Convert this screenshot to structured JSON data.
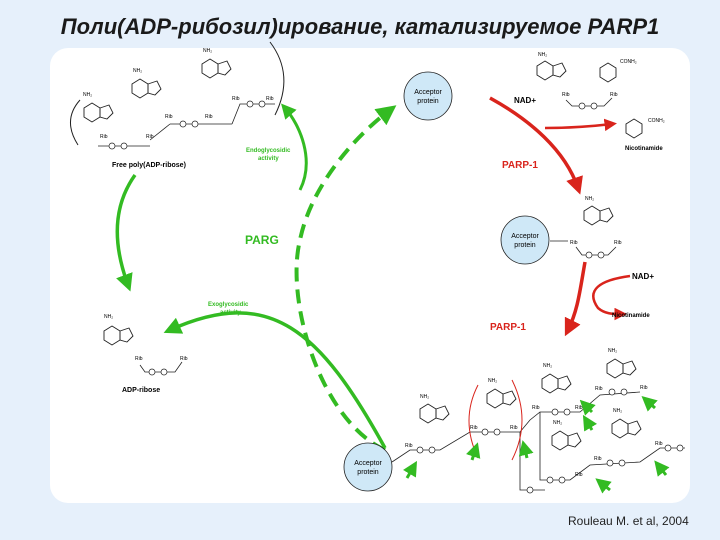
{
  "title": "Поли(ADP-рибозил)ирование, катализируемое PARP1",
  "credit": "Rouleau M. et al, 2004",
  "labels": {
    "free_polyadpr": "Free poly(ADP-ribose)",
    "endo_activity_1": "Endoglycosidic",
    "endo_activity_2": "activity",
    "parg": "PARG",
    "exo_activity_1": "Exoglycosidic",
    "exo_activity_2": "activity",
    "adp_ribose": "ADP-ribose",
    "nad_plus_1": "NAD+",
    "nad_plus_2": "NAD+",
    "nicotinamide_1": "Nicotinamide",
    "nicotinamide_2": "Nicotinamide",
    "parp1_1": "PARP-1",
    "parp1_2": "PARP-1",
    "acceptor_top_1": "Acceptor",
    "acceptor_top_2": "protein",
    "acceptor_mid_1": "Acceptor",
    "acceptor_mid_2": "protein",
    "acceptor_bot_1": "Acceptor",
    "acceptor_bot_2": "protein",
    "nh2": "NH₂",
    "rib": "Rib",
    "p": "P",
    "conh2": "CONH₂"
  },
  "colors": {
    "red": "#d9241c",
    "green": "#33bb22",
    "protein_fill": "#cfe8f7"
  }
}
